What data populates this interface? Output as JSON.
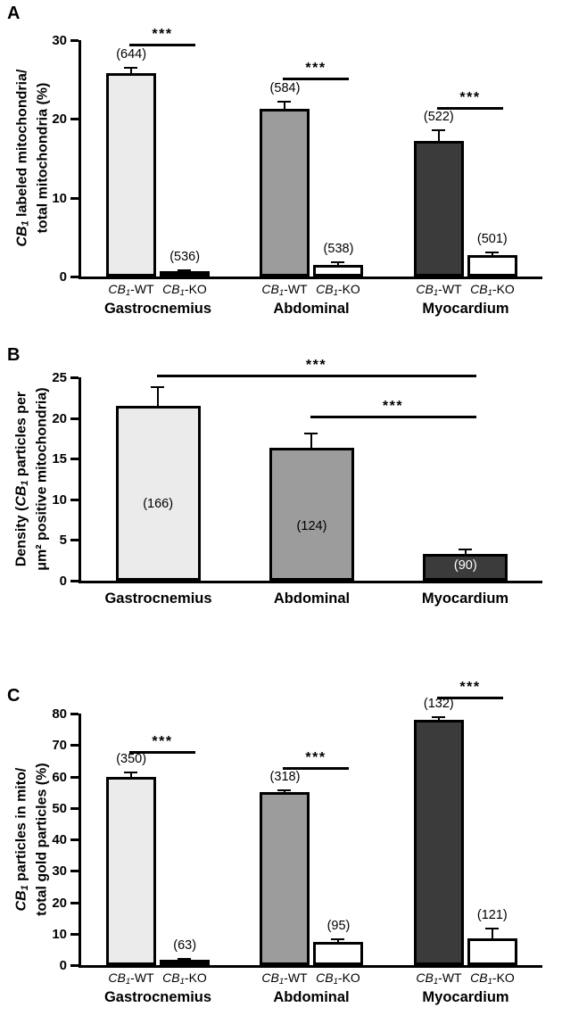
{
  "figure": {
    "background": "#ffffff",
    "line_color": "#000000"
  },
  "chart_data": [
    {
      "panel": "A",
      "type": "bar",
      "ylabel_lines": [
        "CB1 labeled mitochondria/",
        "total mitochondria (%)"
      ],
      "ylim": [
        0,
        30
      ],
      "yticks": [
        0,
        10,
        20,
        30
      ],
      "n_placement": "above",
      "groups": [
        {
          "label": "Gastrocnemius",
          "bars": [
            {
              "label": "CB1-WT",
              "value": 25.8,
              "error": 0.8,
              "n": "(644)",
              "color": "#ebebeb"
            },
            {
              "label": "CB1-KO",
              "value": 0.4,
              "error": 0.2,
              "n": "(536)",
              "color": "#ffffff"
            }
          ]
        },
        {
          "label": "Abdominal",
          "bars": [
            {
              "label": "CB1-WT",
              "value": 21.3,
              "error": 1.0,
              "n": "(584)",
              "color": "#9c9c9c"
            },
            {
              "label": "CB1-KO",
              "value": 1.5,
              "error": 0.4,
              "n": "(538)",
              "color": "#ffffff"
            }
          ]
        },
        {
          "label": "Myocardium",
          "bars": [
            {
              "label": "CB1-WT",
              "value": 17.2,
              "error": 1.5,
              "n": "(522)",
              "color": "#3b3b3b"
            },
            {
              "label": "CB1-KO",
              "value": 2.7,
              "error": 0.5,
              "n": "(501)",
              "color": "#ffffff"
            }
          ]
        }
      ],
      "significance": [
        {
          "from": 0,
          "to": 1,
          "y": 29.5,
          "stars": "***"
        },
        {
          "from": 2,
          "to": 3,
          "y": 25.3,
          "stars": "***"
        },
        {
          "from": 4,
          "to": 5,
          "y": 21.5,
          "stars": "***"
        }
      ]
    },
    {
      "panel": "B",
      "type": "bar",
      "ylabel_lines": [
        "Density (CB1 particles per",
        "μm² positive mitochondria)"
      ],
      "ylim": [
        0,
        25
      ],
      "yticks": [
        0,
        5,
        10,
        15,
        20,
        25
      ],
      "n_placement": "inside",
      "groups": [
        {
          "label": "Gastrocnemius",
          "bars": [
            {
              "value": 21.5,
              "error": 2.4,
              "n": "(166)",
              "n_y": 9.3,
              "n_color": "#000000",
              "color": "#ebebeb"
            }
          ]
        },
        {
          "label": "Abdominal",
          "bars": [
            {
              "value": 16.3,
              "error": 1.9,
              "n": "(124)",
              "n_y": 6.6,
              "n_color": "#000000",
              "color": "#9c9c9c"
            }
          ]
        },
        {
          "label": "Myocardium",
          "bars": [
            {
              "value": 3.3,
              "error": 0.6,
              "n": "(90)",
              "n_y": 1.7,
              "n_color": "#ffffff",
              "color": "#3b3b3b"
            }
          ]
        }
      ],
      "significance": [
        {
          "from": 0,
          "to": 2,
          "y": 25.3,
          "stars": "***"
        },
        {
          "from": 1,
          "to": 2,
          "y": 20.3,
          "stars": "***"
        }
      ]
    },
    {
      "panel": "C",
      "type": "bar",
      "ylabel_lines": [
        "CB1 particles in mito/",
        "total gold particles (%)"
      ],
      "ylim": [
        0,
        80
      ],
      "yticks": [
        0,
        10,
        20,
        30,
        40,
        50,
        60,
        70,
        80
      ],
      "n_placement": "above",
      "groups": [
        {
          "label": "Gastrocnemius",
          "bars": [
            {
              "label": "CB1-WT",
              "value": 60,
              "error": 1.5,
              "n": "(350)",
              "color": "#ebebeb"
            },
            {
              "label": "CB1-KO",
              "value": 1.5,
              "error": 0.5,
              "n": "(63)",
              "color": "#ffffff"
            }
          ]
        },
        {
          "label": "Abdominal",
          "bars": [
            {
              "label": "CB1-WT",
              "value": 55,
              "error": 1.0,
              "n": "(318)",
              "color": "#9c9c9c"
            },
            {
              "label": "CB1-KO",
              "value": 7.5,
              "error": 1.0,
              "n": "(95)",
              "color": "#ffffff"
            }
          ]
        },
        {
          "label": "Myocardium",
          "bars": [
            {
              "label": "CB1-WT",
              "value": 78,
              "error": 1.2,
              "n": "(132)",
              "color": "#3b3b3b"
            },
            {
              "label": "CB1-KO",
              "value": 8.5,
              "error": 3.5,
              "n": "(121)",
              "color": "#ffffff"
            }
          ]
        }
      ],
      "significance": [
        {
          "from": 0,
          "to": 1,
          "y": 68,
          "stars": "***"
        },
        {
          "from": 2,
          "to": 3,
          "y": 63,
          "stars": "***"
        },
        {
          "from": 4,
          "to": 5,
          "y": 85.5,
          "stars": "***"
        }
      ]
    }
  ]
}
